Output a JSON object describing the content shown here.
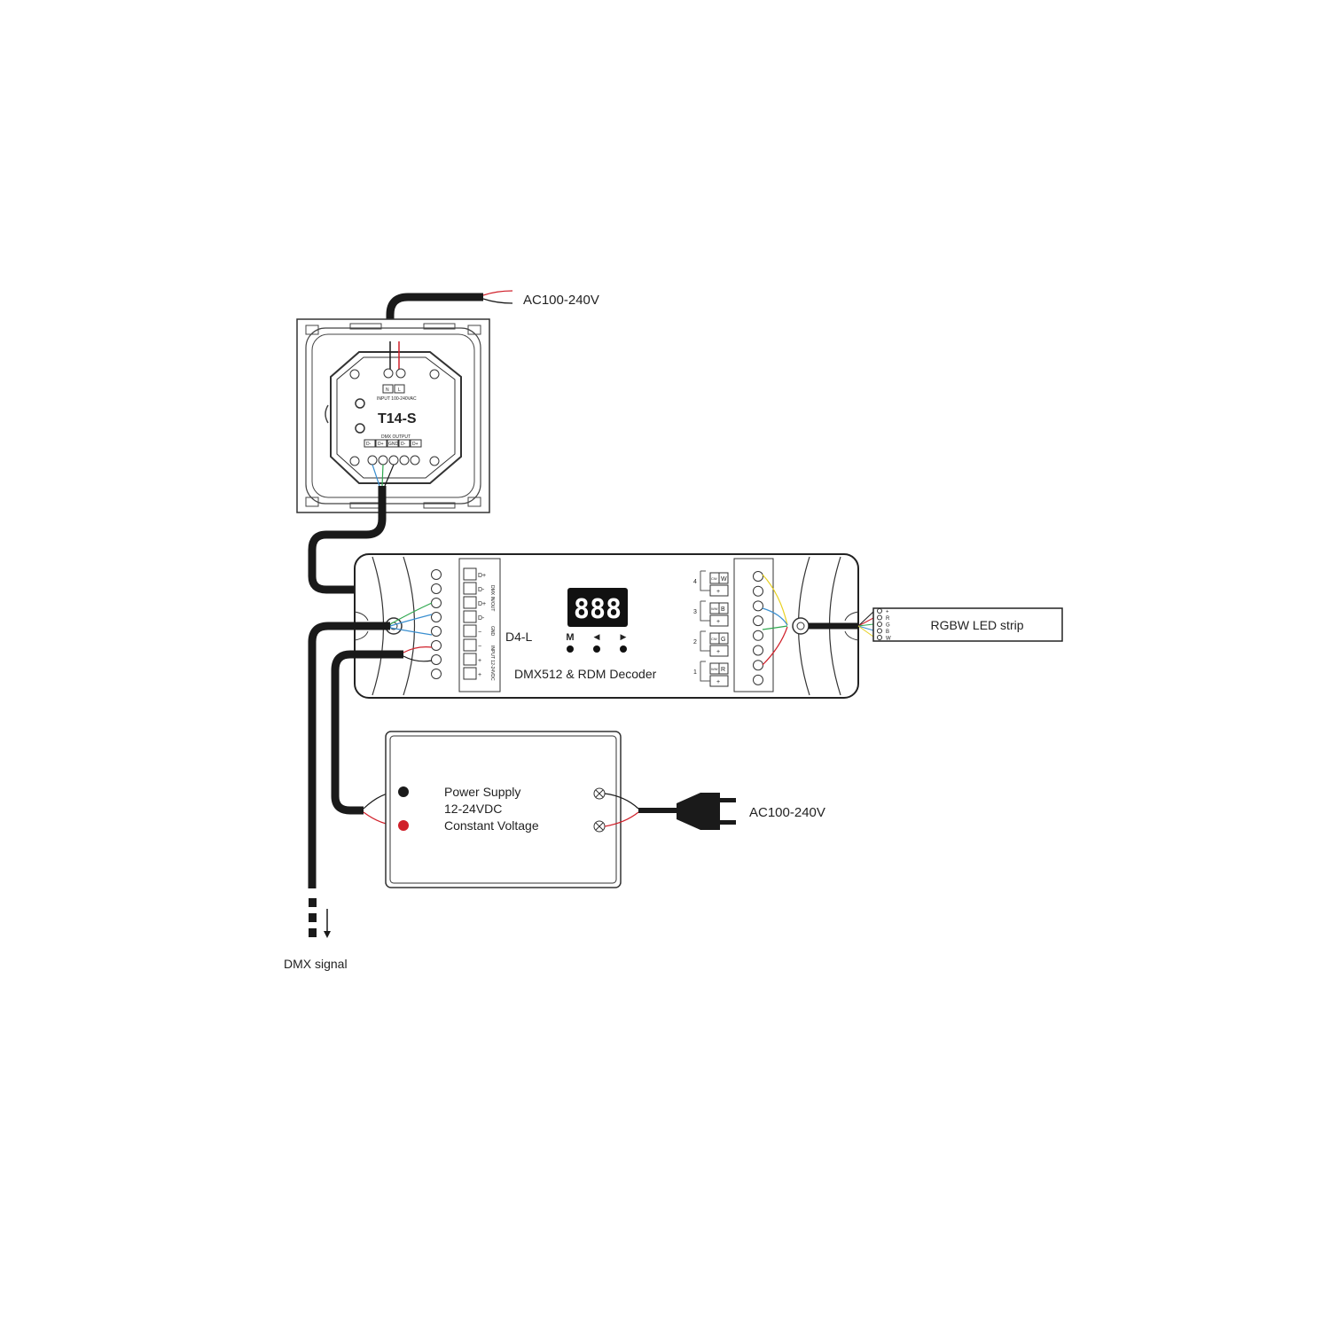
{
  "labels": {
    "ac_top": "AC100-240V",
    "ac_plug": "AC100-240V",
    "dmx_signal": "DMX signal",
    "led_strip": "RGBW LED strip"
  },
  "wall_panel": {
    "model": "T14-S",
    "input_label": "INPUT 100-240VAC",
    "input_terminals": [
      "N",
      "L"
    ],
    "output_label": "DMX OUTPUT",
    "output_terminals": [
      "D-",
      "D+",
      "GND",
      "D-",
      "D+"
    ]
  },
  "decoder": {
    "model": "D4-L",
    "name": "DMX512 & RDM Decoder",
    "display": "888",
    "buttons": [
      "M",
      "◀",
      "▶"
    ],
    "left_terminals": [
      "D+",
      "D-",
      "D+",
      "D-",
      "−",
      "−",
      "+",
      "+"
    ],
    "left_group_labels": [
      "DMX IN/OUT",
      "GND",
      "INPUT 12-24VDC"
    ],
    "channels": [
      {
        "num": "4",
        "color": "W",
        "type": "CW"
      },
      {
        "num": "3",
        "color": "B",
        "type": "WW"
      },
      {
        "num": "2",
        "color": "G",
        "type": "CW"
      },
      {
        "num": "1",
        "color": "R",
        "type": "WW"
      }
    ],
    "plus": "+"
  },
  "led_strip_pins": [
    "+",
    "R",
    "G",
    "B",
    "W"
  ],
  "power_supply": {
    "line1": "Power Supply",
    "line2": "12-24VDC",
    "line3": "Constant Voltage"
  },
  "colors": {
    "red": "#d0202a",
    "green": "#2fa84f",
    "blue": "#3a8fd0",
    "yellow": "#e8d020",
    "black": "#1a1a1a"
  }
}
